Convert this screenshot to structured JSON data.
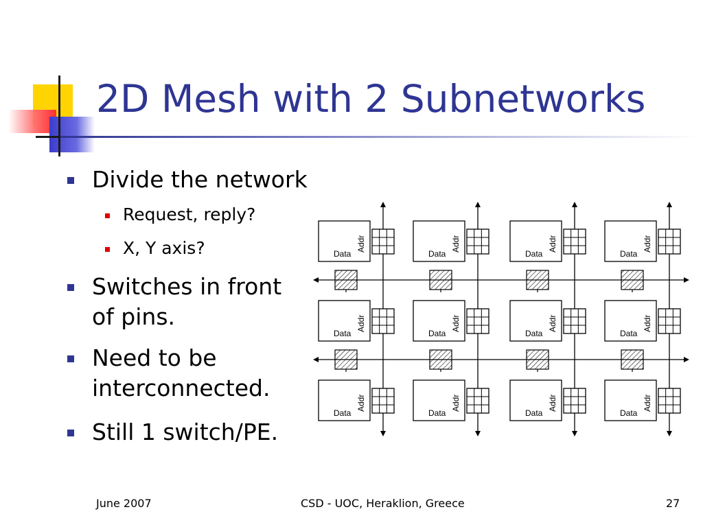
{
  "title": "2D Mesh with 2 Subnetworks",
  "bullets": [
    {
      "text": "Divide the network"
    },
    {
      "text": "Switches in front of pins."
    },
    {
      "text": "Need to be interconnected."
    },
    {
      "text": "Still 1 switch/PE."
    }
  ],
  "bullet_lines": {
    "b1": "Divide the network",
    "b2a": "Switches in front",
    "b2b": "of pins.",
    "b3a": "Need to be",
    "b3b": "interconnected.",
    "b4": "Still 1 switch/PE."
  },
  "subbullets": [
    {
      "text": "Request, reply?"
    },
    {
      "text": "X, Y axis?"
    }
  ],
  "diagram": {
    "rows": 3,
    "cols": 4,
    "node_data_label": "Data",
    "node_addr_label": "Addr"
  },
  "footer": {
    "date": "June 2007",
    "venue": "CSD - UOC, Heraklion, Greece",
    "page": "27"
  },
  "colors": {
    "title": "#2e3592",
    "bullet_marker": "#2e3592",
    "subbullet_marker": "#e00000"
  }
}
